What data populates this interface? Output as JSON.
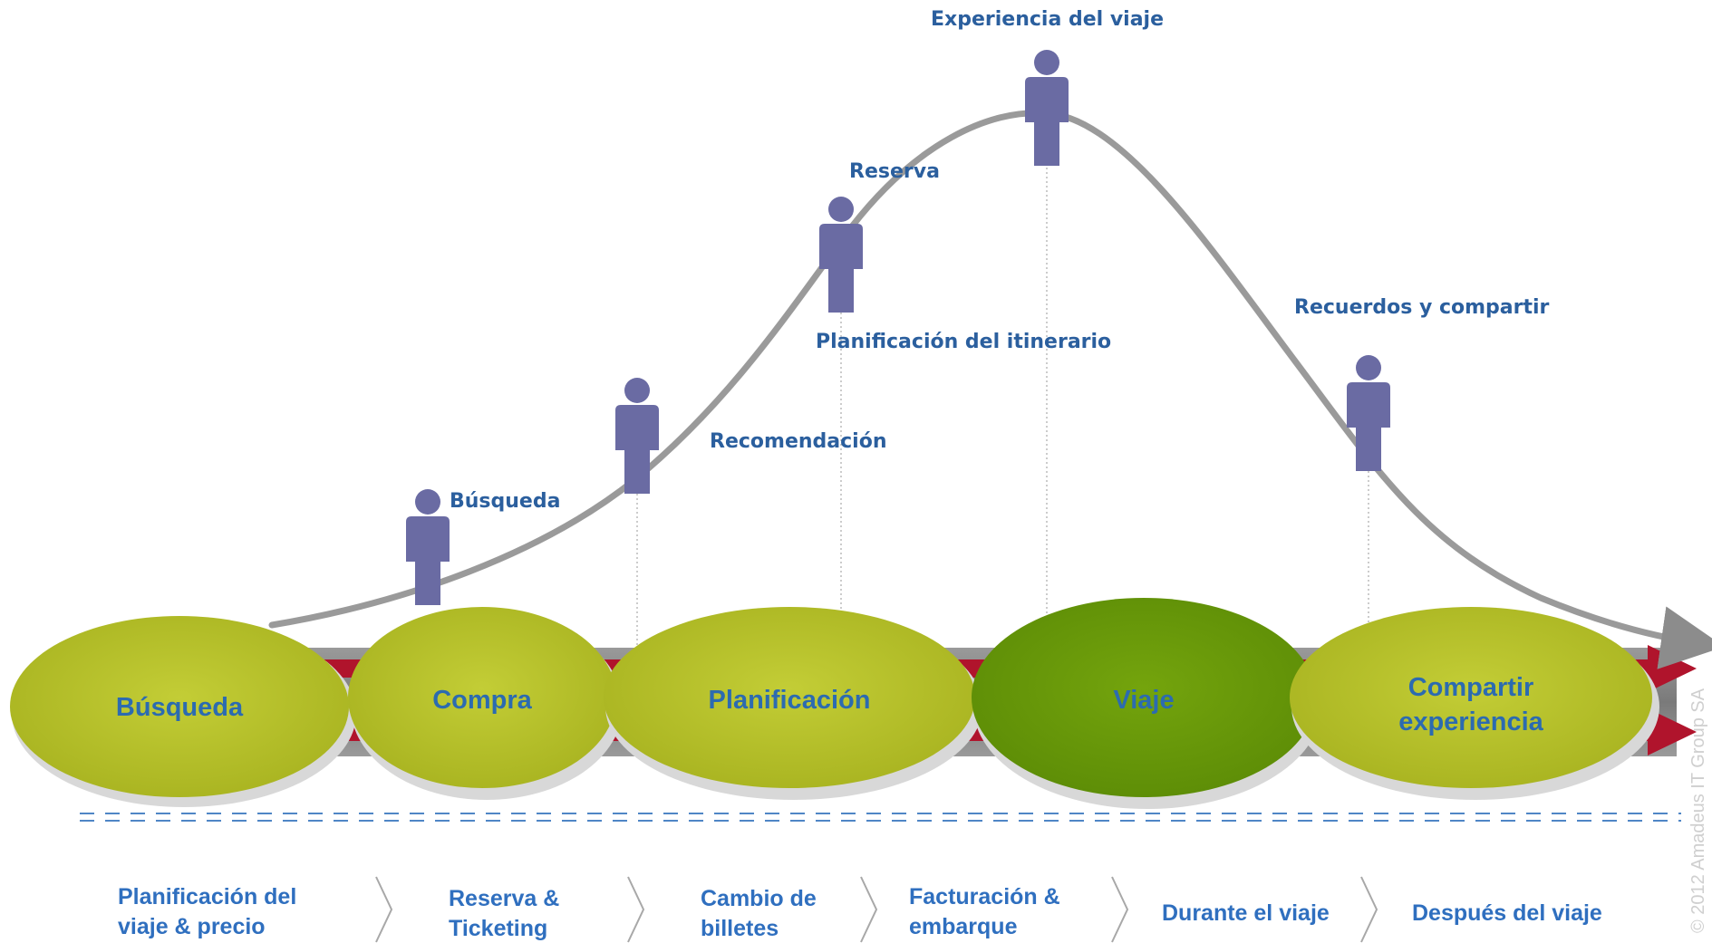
{
  "colors": {
    "accent_blue": "#2b5f9e",
    "ellipse_green": "#b5c12a",
    "ellipse_dark_green": "#6a9a08",
    "figure_purple": "#6a6ba3",
    "curve_gray": "#9a9a9a",
    "arrow_red": "#b0142c",
    "dash_blue": "#4f86c6"
  },
  "icon": "person-icon",
  "stages": [
    {
      "label": "Búsqueda"
    },
    {
      "label": "Recomendación"
    },
    {
      "label": "Planificación del itinerario"
    },
    {
      "label": "Reserva"
    },
    {
      "label": "Experiencia del viaje"
    },
    {
      "label": "Recuerdos y compartir"
    }
  ],
  "phases": [
    {
      "line1": "Búsqueda",
      "line2": ""
    },
    {
      "line1": "Compra",
      "line2": ""
    },
    {
      "line1": "Planificación",
      "line2": ""
    },
    {
      "line1": "Viaje",
      "line2": ""
    },
    {
      "line1": "Compartir",
      "line2": "experiencia"
    }
  ],
  "bottom_steps": [
    {
      "line1": "Planificación del",
      "line2": "viaje & precio"
    },
    {
      "line1": "Reserva &",
      "line2": "Ticketing"
    },
    {
      "line1": "Cambio de",
      "line2": "billetes"
    },
    {
      "line1": "Facturación &",
      "line2": "embarque"
    },
    {
      "line1": "Durante el viaje",
      "line2": ""
    },
    {
      "line1": "Después del viaje",
      "line2": ""
    }
  ],
  "watermark": "© 2012 Amadeus IT Group SA"
}
